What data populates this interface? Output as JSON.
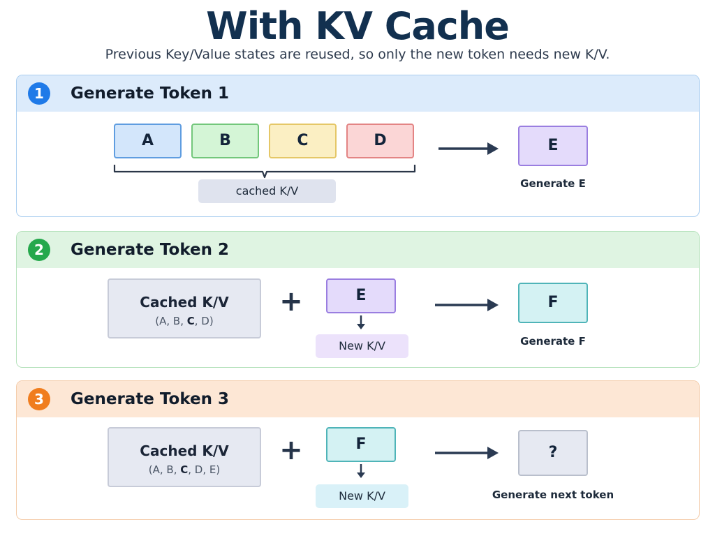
{
  "header": {
    "title": "With KV Cache",
    "subtitle": "Previous Key/Value states are reused, so only the new token needs new K/V."
  },
  "colors": {
    "navy": "#12304f",
    "step1": "#1f7ae8",
    "step2": "#25a84c",
    "step3": "#f07d1e"
  },
  "steps": [
    {
      "number": "1",
      "title": "Generate Token 1",
      "tokens": [
        "A",
        "B",
        "C",
        "D"
      ],
      "cached_label": "cached K/V",
      "output_token": "E",
      "output_caption": "Generate E"
    },
    {
      "number": "2",
      "title": "Generate Token 2",
      "cached_title": "Cached K/V",
      "cached_open": "(A, B, ",
      "cached_bold": "C",
      "cached_close": ", D)",
      "plus": "+",
      "new_token": "E",
      "new_kv_label": "New K/V",
      "output_token": "F",
      "output_caption": "Generate F"
    },
    {
      "number": "3",
      "title": "Generate Token 3",
      "cached_title": "Cached K/V",
      "cached_open": "(A, B, ",
      "cached_bold": "C",
      "cached_close": ", D, E)",
      "plus": "+",
      "new_token": "F",
      "new_kv_label": "New K/V",
      "output_token": "?",
      "output_caption": "Generate next token"
    }
  ]
}
